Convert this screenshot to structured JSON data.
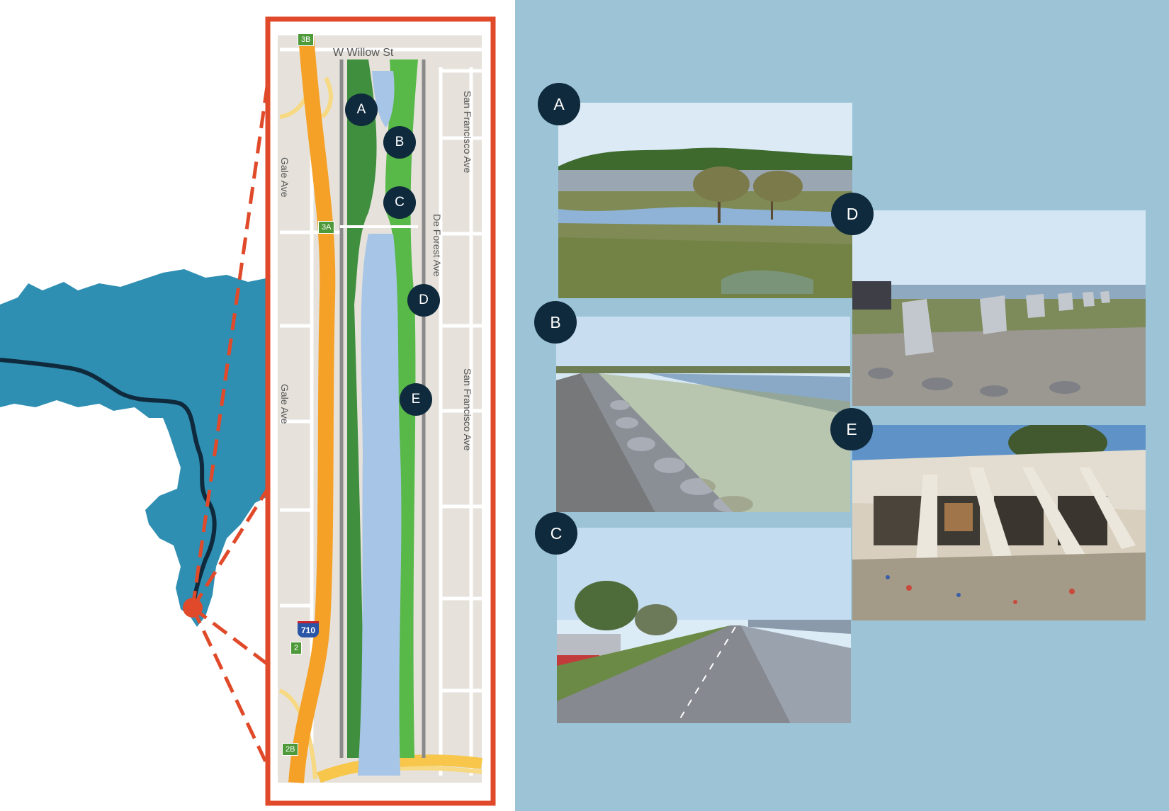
{
  "map": {
    "street_top": "W Willow St",
    "street_left_1": "Gale Ave",
    "street_left_2": "Gale Ave",
    "street_right_1": "San Francisco Ave",
    "street_right_2": "San Francisco Ave",
    "street_mid": "De Forest Ave",
    "exits": [
      "3B",
      "3A",
      "2",
      "2B"
    ],
    "interstate": "710",
    "markers": [
      "A",
      "B",
      "C",
      "D",
      "E"
    ]
  },
  "photos": {
    "labels": [
      "A",
      "B",
      "C",
      "D",
      "E"
    ]
  },
  "colors": {
    "panel": "#9cc4d6",
    "watershed": "#2f8fb2",
    "river_line": "#0f2a3c",
    "callout": "#e04a2a",
    "freeway": "#f5a128",
    "park_dark": "#3f8f3f",
    "park_light": "#58b848",
    "channel": "#a7c5e6",
    "badge": "#0f2a3c"
  }
}
